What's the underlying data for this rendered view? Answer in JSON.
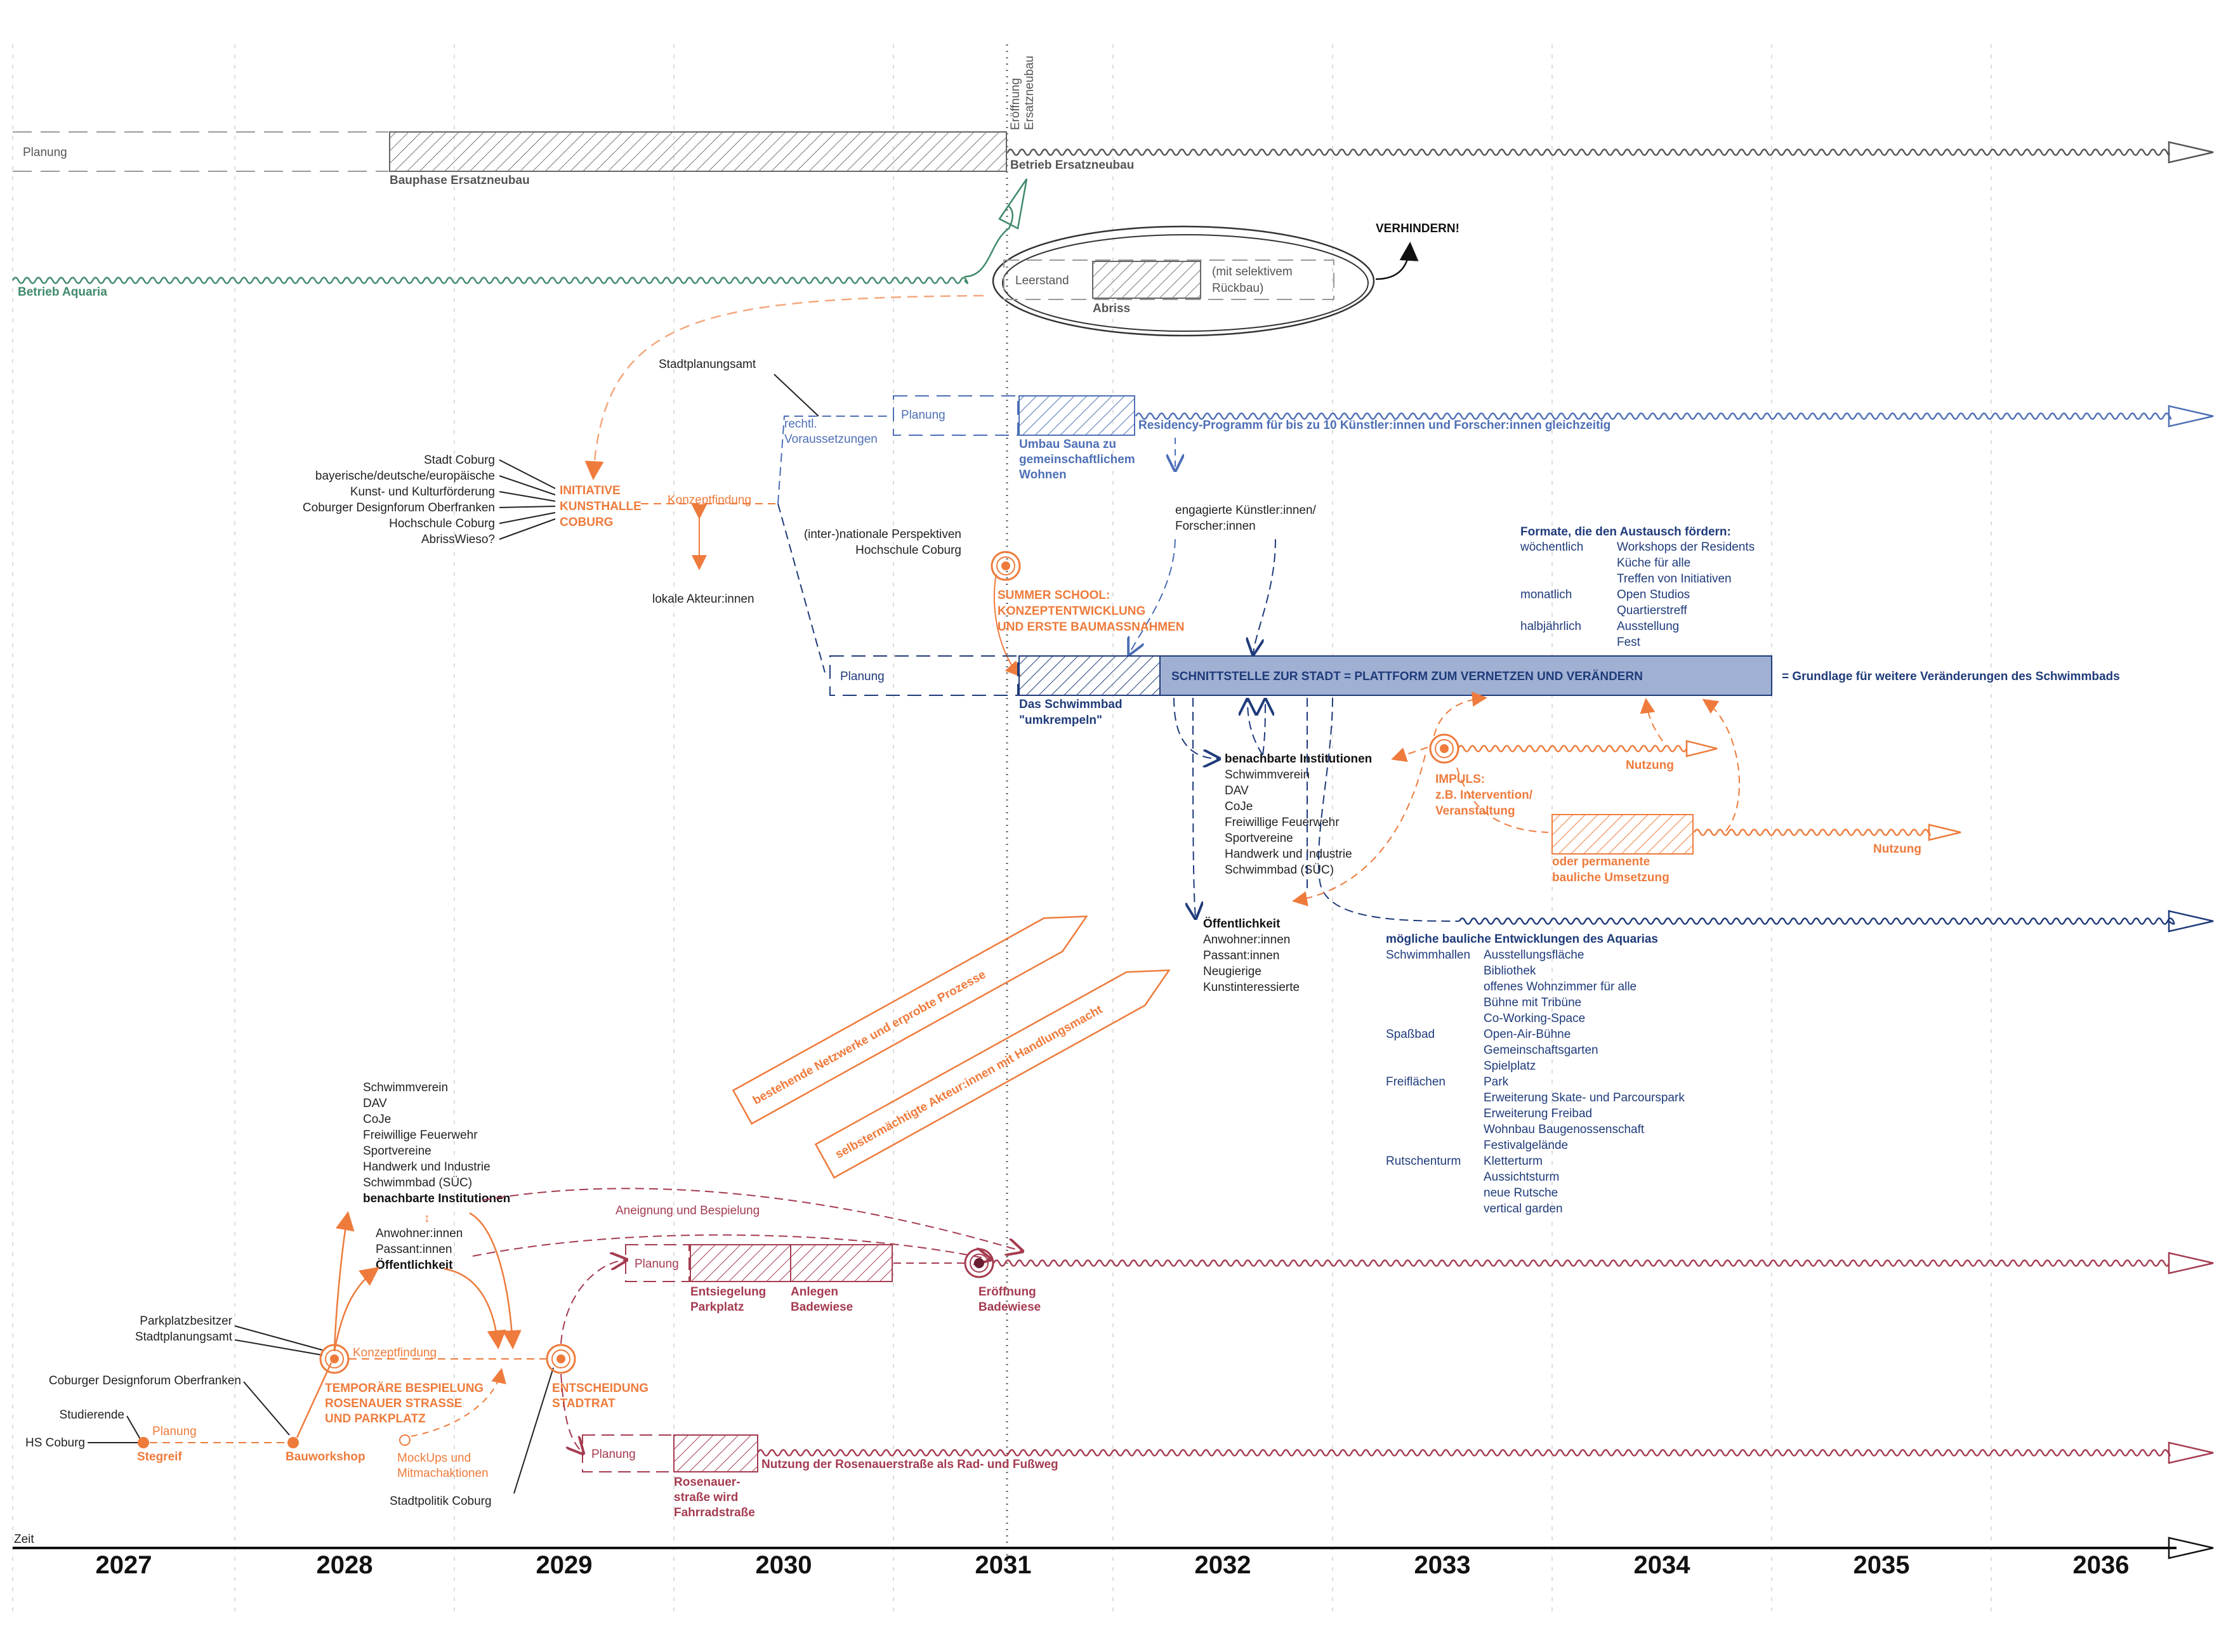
{
  "axis": {
    "label": "Zeit",
    "years": [
      "2027",
      "2028",
      "2029",
      "2030",
      "2031",
      "2032",
      "2033",
      "2034",
      "2035",
      "2036"
    ]
  },
  "top": {
    "planung": "Planung",
    "bauphase": "Bauphase Ersatzneubau",
    "betrieb_neubau": "Betrieb Ersatzneubau",
    "eroeffnung_1": "Eröffnung",
    "eroeffnung_2": "Ersatzneubau",
    "betrieb_aquaria": "Betrieb Aquaria",
    "leerstand": "Leerstand",
    "abriss": "Abriss",
    "rueckbau_1": "(mit selektivem",
    "rueckbau_2": "Rückbau)",
    "verhindern": "VERHINDERN!"
  },
  "initiative": {
    "actors": [
      "Stadt Coburg",
      "bayerische/deutsche/europäische",
      "Kunst- und Kulturförderung",
      "Coburger Designforum Oberfranken",
      "Hochschule Coburg",
      "AbrissWieso?"
    ],
    "title": [
      "INITIATIVE",
      "KUNSTHALLE",
      "COBURG"
    ],
    "konzeptfindung": "Konzeptfindung",
    "lokale": "lokale Akteur:innen",
    "stadtplanungsamt": "Stadtplanungsamt",
    "rechtl_1": "rechtl.",
    "rechtl_2": "Voraussetzungen",
    "planung_residency": "Planung",
    "umbau": [
      "Umbau Sauna zu",
      "gemeinschaftlichem",
      "Wohnen"
    ],
    "residency": "Residency-Programm für bis zu 10 Künstler:innen und Forscher:innen gleichzeitig",
    "perspektiven": [
      "(inter-)nationale Perspektiven",
      "Hochschule Coburg"
    ],
    "engagierte": [
      "engagierte Künstler:innen/",
      "Forscher:innen"
    ],
    "summer": [
      "SUMMER SCHOOL:",
      "KONZEPTENTWICKLUNG",
      "UND ERSTE BAUMASSNAHMEN"
    ],
    "planung_main": "Planung",
    "schwimmbad": [
      "Das Schwimmbad",
      "\"umkrempeln\""
    ],
    "schnittstelle": "SCHNITTSTELLE ZUR STADT = PLATTFORM ZUM VERNETZEN UND VERÄNDERN",
    "grundlage": "= Grundlage für weitere Veränderungen des Schwimmbads"
  },
  "formate": {
    "title": "Formate, die den Austausch fördern:",
    "rows": [
      [
        "wöchentlich",
        "Workshops der Residents"
      ],
      [
        "",
        "Küche für alle"
      ],
      [
        "",
        "Treffen von Initiativen"
      ],
      [
        "monatlich",
        "Open Studios"
      ],
      [
        "",
        "Quartierstreff"
      ],
      [
        "halbjährlich",
        "Ausstellung"
      ],
      [
        "",
        "Fest"
      ]
    ]
  },
  "institutionen": {
    "title": "benachbarte Institutionen",
    "items": [
      "Schwimmverein",
      "DAV",
      "CoJe",
      "Freiwillige Feuerwehr",
      "Sportvereine",
      "Handwerk und Industrie",
      "Schwimmbad (SÜC)"
    ]
  },
  "oeffentlichkeit": {
    "title": "Öffentlichkeit",
    "items": [
      "Anwohner:innen",
      "Passant:innen",
      "Neugierige",
      "Kunstinteressierte"
    ]
  },
  "impuls": {
    "title": [
      "IMPULS:",
      "z.B. Intervention/",
      "Veranstaltung"
    ],
    "nutzung_1": "Nutzung",
    "permanent": [
      "oder permanente",
      "bauliche Umsetzung"
    ],
    "nutzung_2": "Nutzung"
  },
  "entwicklungen": {
    "title": "mögliche bauliche Entwicklungen des Aquarias",
    "rows": [
      [
        "Schwimmhallen",
        "Ausstellungsfläche"
      ],
      [
        "",
        "Bibliothek"
      ],
      [
        "",
        "offenes Wohnzimmer für alle"
      ],
      [
        "",
        "Bühne mit Tribüne"
      ],
      [
        "",
        "Co-Working-Space"
      ],
      [
        "Spaßbad",
        "Open-Air-Bühne"
      ],
      [
        "",
        "Gemeinschaftsgarten"
      ],
      [
        "",
        "Spielplatz"
      ],
      [
        "Freiflächen",
        "Park"
      ],
      [
        "",
        "Erweiterung Skate- und Parcourspark"
      ],
      [
        "",
        "Erweiterung Freibad"
      ],
      [
        "",
        "Wohnbau Baugenossenschaft"
      ],
      [
        "",
        "Festivalgelände"
      ],
      [
        "Rutschenturm",
        "Kletterturm"
      ],
      [
        "",
        "Aussichtsturm"
      ],
      [
        "",
        "neue Rutsche"
      ],
      [
        "",
        "vertical garden"
      ]
    ]
  },
  "arrows": {
    "netzwerke": "bestehende Netzwerke und erprobte Prozesse",
    "akteure": "selbstermächtigte Akteur:innen mit Handlungsmacht"
  },
  "lower": {
    "inst_list": [
      "Schwimmverein",
      "DAV",
      "CoJe",
      "Freiwillige Feuerwehr",
      "Sportvereine",
      "Handwerk und Industrie",
      "Schwimmbad (SÜC)"
    ],
    "inst_title": "benachbarte Institutionen",
    "oeff_list": [
      "Anwohner:innen",
      "Passant:innen"
    ],
    "oeff_title": "Öffentlichkeit",
    "parkplatz": [
      "Parkplatzbesitzer",
      "Stadtplanungsamt"
    ],
    "konzeptfindung": "Konzeptfindung",
    "designforum": "Coburger Designforum Oberfranken",
    "studierende": "Studierende",
    "hs_coburg": "HS Coburg",
    "planung": "Planung",
    "stegreif": "Stegreif",
    "bauworkshop": "Bauworkshop",
    "temporaer": [
      "TEMPORÄRE BESPIELUNG",
      "ROSENAUER STRASSE",
      "UND PARKPLATZ"
    ],
    "mockups": [
      "MockUps und",
      "Mitmachaktionen"
    ],
    "stadtpolitik": "Stadtpolitik Coburg",
    "entscheidung": [
      "ENTSCHEIDUNG",
      "STADTRAT"
    ],
    "aneignung": "Aneignung und Bespielung",
    "planung_bad": "Planung",
    "entsiegelung": [
      "Entsiegelung",
      "Parkplatz"
    ],
    "anlegen": [
      "Anlegen",
      "Badewiese"
    ],
    "eroeffnung": [
      "Eröffnung",
      "Badewiese"
    ],
    "planung_rosenau": "Planung",
    "rosenauer": [
      "Rosenauer-",
      "straße wird",
      "Fahrradstraße"
    ],
    "nutzung_rosenau": "Nutzung der Rosenauerstraße als Rad- und Fußweg"
  },
  "colors": {
    "orange": "#ee7b3c",
    "navy": "#1f3b7a",
    "blue": "#4d6fb5",
    "green": "#3f8a6a",
    "red": "#a53b50",
    "bar_fill": "#9fb0d3"
  }
}
